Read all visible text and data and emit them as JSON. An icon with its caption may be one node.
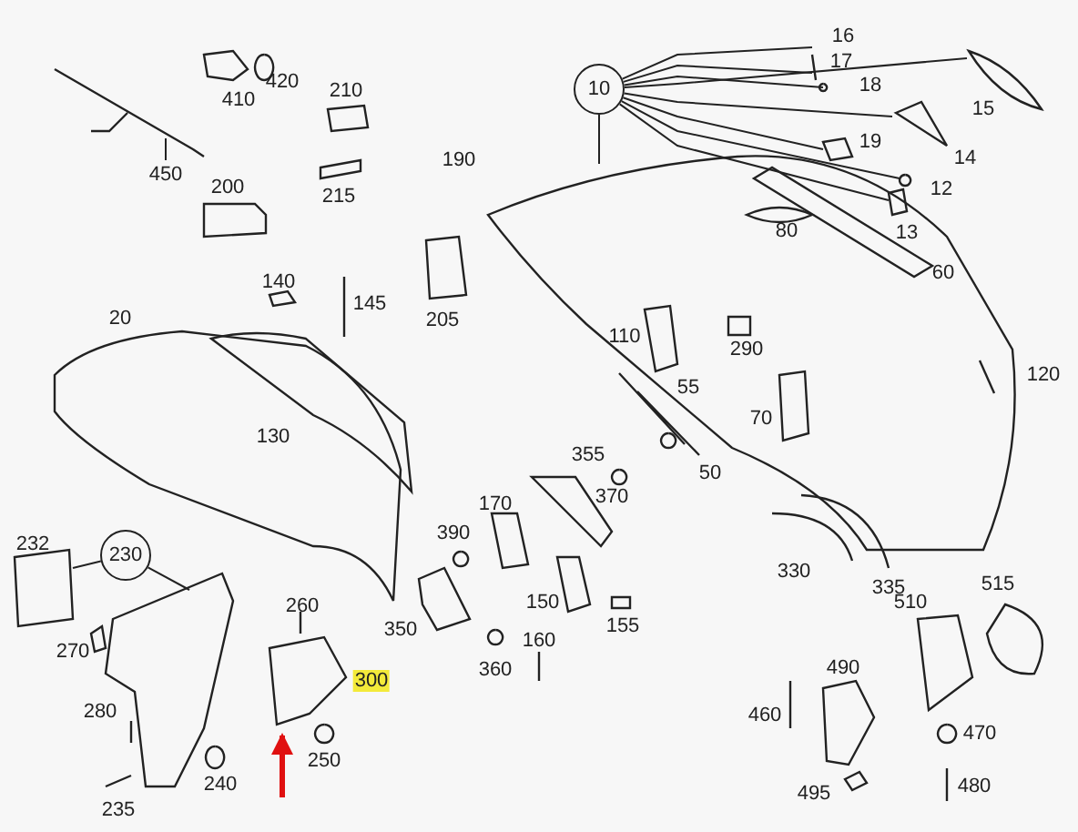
{
  "diagram": {
    "nodes": [
      {
        "text": [
          "10"
        ]
      },
      {
        "text": [
          "230"
        ]
      },
      {
        "text": [
          "450"
        ]
      }
    ],
    "edges": [
      {
        "from": 0,
        "to": null,
        "arrow": "none"
      },
      {
        "from": 0,
        "to": null,
        "arrow": "none"
      },
      {
        "from": 0,
        "to": null,
        "arrow": "none"
      },
      {
        "from": 0,
        "to": null,
        "arrow": "none"
      },
      {
        "from": 0,
        "to": null,
        "arrow": "none"
      },
      {
        "from": 0,
        "to": null,
        "arrow": "none"
      },
      {
        "from": 0,
        "to": null,
        "arrow": "none"
      },
      {
        "from": 0,
        "to": null,
        "arrow": "none"
      },
      {
        "from": 0,
        "to": null,
        "arrow": "none"
      },
      {
        "from": 1,
        "to": null,
        "arrow": "none"
      },
      {
        "from": 1,
        "to": null,
        "arrow": "none"
      },
      {
        "from": 2,
        "to": null,
        "arrow": "none"
      }
    ],
    "labels": [
      "16",
      "410",
      "420",
      "17",
      "18",
      "210",
      "15",
      "190",
      "14",
      "19",
      "12",
      "215",
      "200",
      "80",
      "13",
      "60",
      "140",
      "145",
      "205",
      "20",
      "110",
      "290",
      "120",
      "130",
      "55",
      "70",
      "355",
      "170",
      "370",
      "50",
      "232",
      "390",
      "330",
      "335",
      "515",
      "510",
      "270",
      "260",
      "350",
      "150",
      "155",
      "160",
      "360",
      "300",
      "490",
      "460",
      "280",
      "470",
      "250",
      "240",
      "495",
      "480",
      "235"
    ]
  }
}
